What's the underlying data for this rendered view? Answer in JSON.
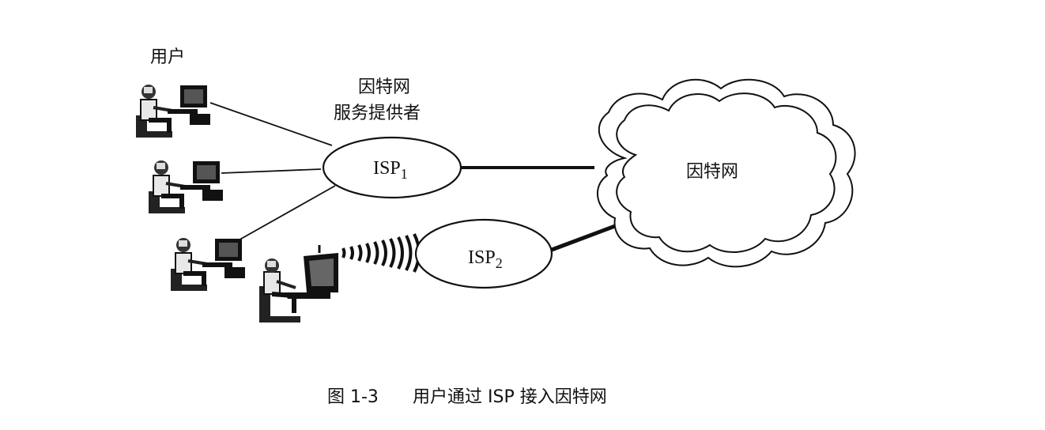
{
  "users_label": "用户",
  "isp_provider": {
    "line1": "因特网",
    "line2": "服务提供者"
  },
  "isp1": {
    "main": "ISP",
    "sub": "1"
  },
  "isp2": {
    "main": "ISP",
    "sub": "2"
  },
  "internet_label": "因特网",
  "caption": {
    "number": "图 1-3",
    "text": "用户通过 ISP 接入因特网"
  },
  "colors": {
    "ink": "#111111",
    "paper": "#ffffff"
  },
  "icons": [
    "desktop-user-icon",
    "laptop-user-icon",
    "wireless-signal-icon",
    "cloud-icon"
  ]
}
